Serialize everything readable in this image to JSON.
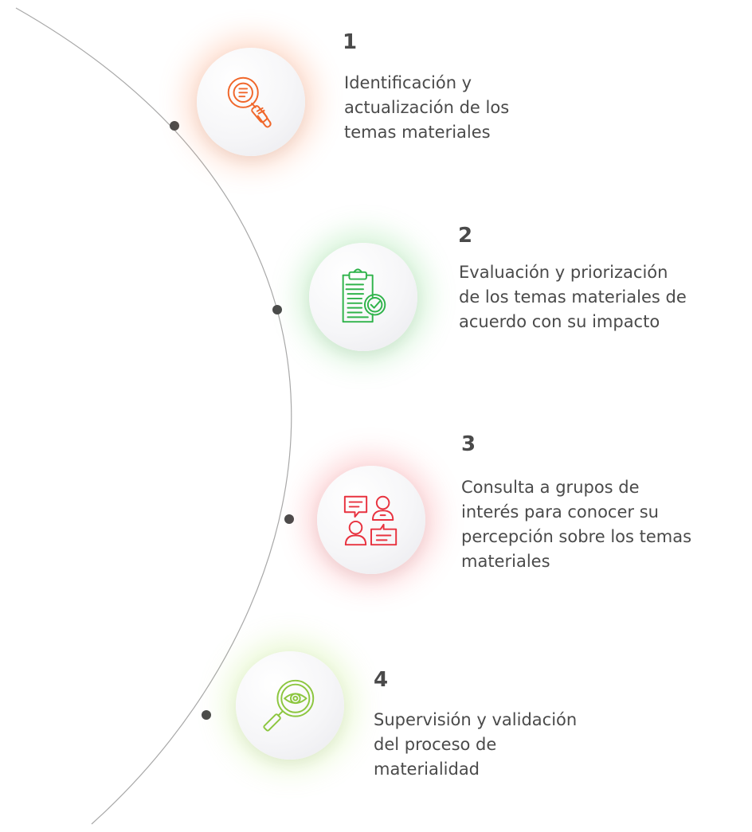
{
  "steps": [
    {
      "number": "1",
      "lines": [
        "Identificación y",
        "actualización de los",
        "temas materiales"
      ],
      "icon": "magnifier-document-icon",
      "color": "#f0672b"
    },
    {
      "number": "2",
      "lines": [
        "Evaluación y priorización",
        "de los temas materiales de",
        "acuerdo con su impacto"
      ],
      "icon": "clipboard-check-icon",
      "color": "#2fb34a"
    },
    {
      "number": "3",
      "lines": [
        "Consulta a grupos de",
        "interés para conocer su",
        "percepción sobre los temas",
        "materiales"
      ],
      "icon": "people-chat-icon",
      "color": "#e8323f"
    },
    {
      "number": "4",
      "lines": [
        "Supervisión y validación",
        "del proceso de",
        "materialidad"
      ],
      "icon": "magnifier-eye-icon",
      "color": "#8cc63f"
    }
  ],
  "timeline_color": "#a8a8a8",
  "dot_color": "#4a4a4a"
}
